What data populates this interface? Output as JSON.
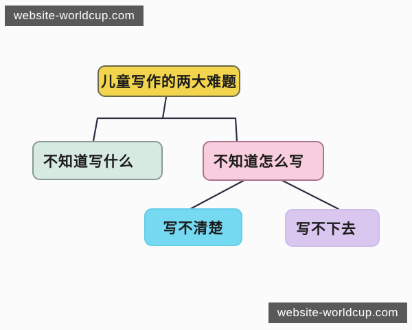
{
  "watermarks": {
    "bg_color": "#595959",
    "text_color": "#ffffff",
    "top_left": {
      "text": "website-worldcup.com"
    },
    "bottom_right": {
      "text": "website-worldcup.com"
    }
  },
  "diagram": {
    "type": "tree",
    "background_color": "#fbfbfb",
    "line_color": "#2e2e44",
    "nodes": {
      "root": {
        "label": "儿童写作的两大难题",
        "fill": "#f3d54d",
        "border": "#6b6748"
      },
      "what_to_write": {
        "label": "不知道写什么",
        "fill": "#d6eae2",
        "border": "#8a9894"
      },
      "how_to_write": {
        "label": "不知道怎么写",
        "fill": "#f8cede",
        "border": "#ab7590"
      },
      "write_unclear": {
        "label": "写不清楚",
        "fill": "#75d9f1",
        "border": "#66cde7"
      },
      "cannot_continue": {
        "label": "写不下去",
        "fill": "#dac7ef",
        "border": "#cfbbe8"
      }
    },
    "edges": [
      {
        "from": "root",
        "to": "what_to_write"
      },
      {
        "from": "root",
        "to": "how_to_write"
      },
      {
        "from": "how_to_write",
        "to": "write_unclear"
      },
      {
        "from": "how_to_write",
        "to": "cannot_continue"
      }
    ]
  }
}
